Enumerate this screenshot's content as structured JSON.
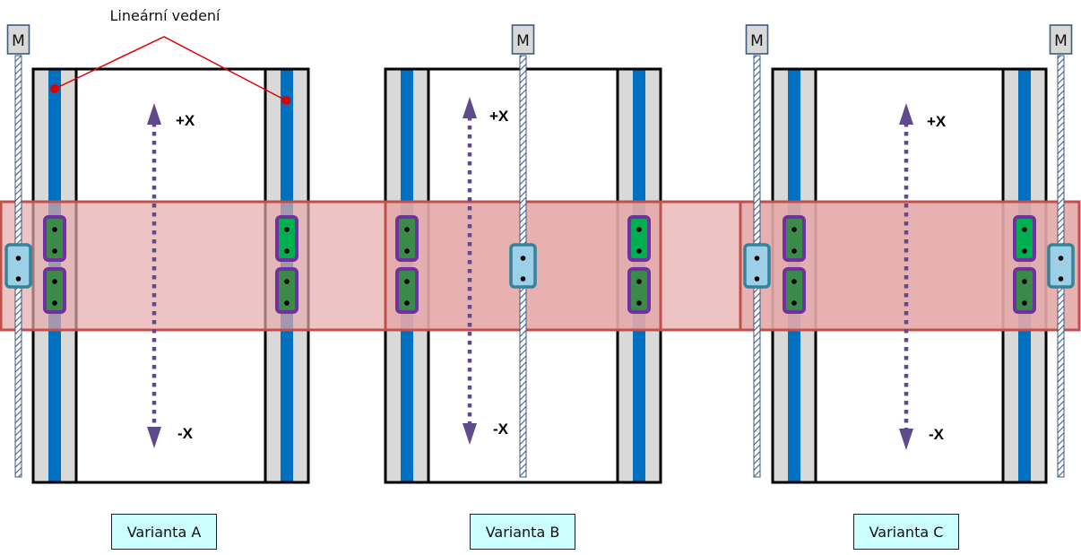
{
  "title": "Lineární vedení",
  "motor_label": "M",
  "axis_plus": "+X",
  "axis_minus": "-X",
  "colors": {
    "rail_strip": "#d9d9d9",
    "rail_blue": "#0070c0",
    "frame": "#000000",
    "band_fill": "#e6a9a9",
    "band_stroke": "#c0504d",
    "carriage_fill": "#3b8a4a",
    "carriage_fill_highlight": "#00b050",
    "carriage_stroke": "#7030a0",
    "nut_fill": "#9dcfe6",
    "nut_stroke": "#31849b",
    "arrow": "#5f4b8b",
    "leader": "#e00000",
    "caption_fill": "#ccffff"
  },
  "variants": [
    {
      "id": "A",
      "caption": "Varianta A",
      "screws": [
        "left"
      ]
    },
    {
      "id": "B",
      "caption": "Varianta B",
      "screws": [
        "center"
      ]
    },
    {
      "id": "C",
      "caption": "Varianta C",
      "screws": [
        "left",
        "right"
      ]
    }
  ]
}
